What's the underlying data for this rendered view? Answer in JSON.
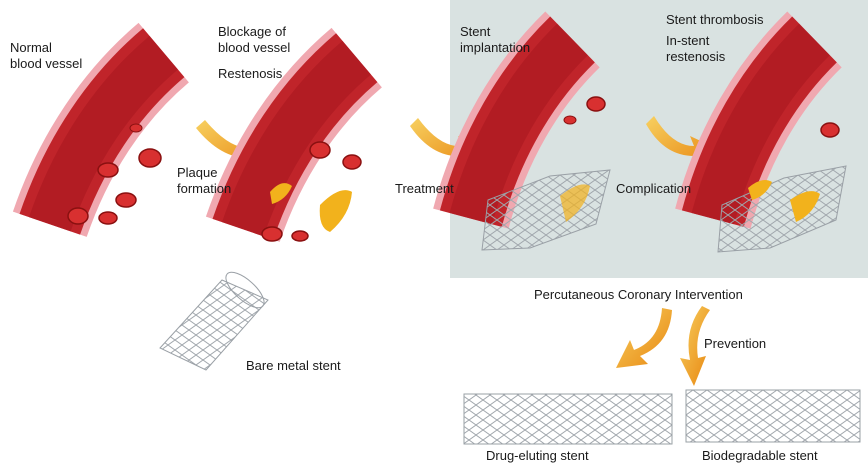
{
  "labels": {
    "normal": "Normal\nblood vessel",
    "blockage": "Blockage of\nblood vessel",
    "restenosis": "Restenosis",
    "plaque": "Plaque\nformation",
    "treatment": "Treatment",
    "stent_implantation": "Stent\nimplantation",
    "stent_thrombosis": "Stent thrombosis",
    "instent": "In-stent\nrestenosis",
    "complication": "Complication",
    "pci": "Percutaneous Coronary Intervention",
    "prevention": "Prevention",
    "bare_metal": "Bare metal stent",
    "drug_eluting": "Drug-eluting stent",
    "biodegradable": "Biodegradable stent"
  },
  "colors": {
    "panel": "#d9e2e1",
    "vessel_outer": "#f0a0a8",
    "vessel_inner": "#b81a22",
    "plaque": "#f2b21c",
    "arrow": "#f0a020",
    "stent": "#9aa0a6"
  }
}
